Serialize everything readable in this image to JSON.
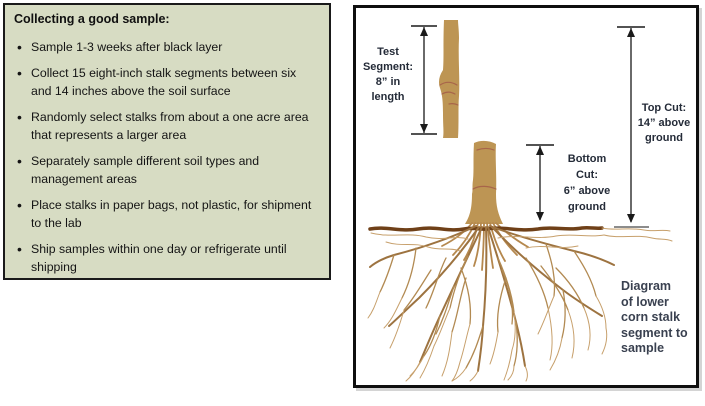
{
  "info_box": {
    "title": "Collecting a good sample:",
    "bullets": [
      "Sample 1-3 weeks after black layer",
      "Collect 15 eight-inch stalk segments between six and 14 inches above the soil surface",
      "Randomly select stalks from about a one acre area that represents a larger area",
      "Separately sample different soil types and management areas",
      "Place stalks in paper bags, not plastic, for shipment to the lab",
      "Ship samples within one day or refrigerate until shipping"
    ]
  },
  "diagram": {
    "labels": {
      "test_segment": [
        "Test",
        "Segment:",
        "8” in",
        "length"
      ],
      "bottom_cut": [
        "Bottom",
        "Cut:",
        "6” above",
        "ground"
      ],
      "top_cut": [
        "Top Cut:",
        "14” above",
        "ground"
      ]
    },
    "caption": [
      "Diagram",
      "of lower",
      "corn stalk",
      "segment to",
      "sample"
    ]
  },
  "colors": {
    "box_bg": "#d7dcc3",
    "box_border": "#1a1a1a",
    "stalk": "#bd9554",
    "node": "#a8654a",
    "crown": "#b5884e",
    "root_dark": "#9d7340",
    "root_mid": "#b28a52",
    "root_light": "#c7a06c",
    "ground": "#6f4018",
    "dim": "#1a1a1a",
    "dim_gray": "#666666",
    "label_text": "#242b38",
    "caption_text": "#3a4150"
  }
}
